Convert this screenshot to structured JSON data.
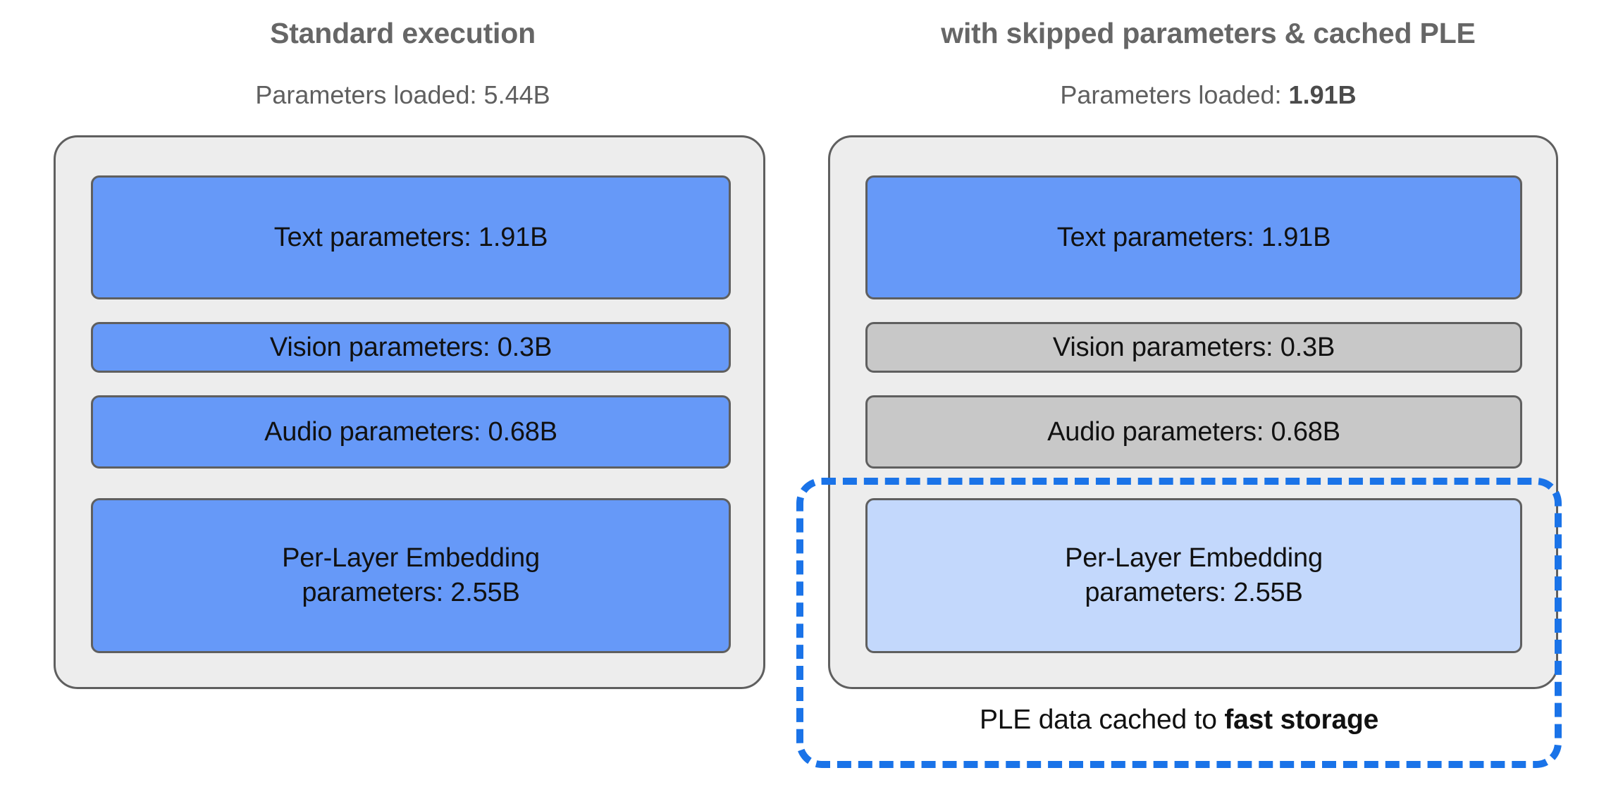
{
  "colors": {
    "active_box": "#6699F8",
    "skipped_box": "#C8C8C8",
    "cached_box": "#C3D8FC",
    "panel_bg": "#EDEDED",
    "panel_border": "#5F5F5F",
    "cache_outline": "#1A73E8",
    "title_text": "#666666",
    "subtitle_text": "#5F5F5F",
    "box_text": "#111111",
    "page_bg": "#FFFFFF"
  },
  "columns": [
    {
      "id": "standard-execution",
      "title": "Standard execution",
      "subtitle_prefix": "Parameters loaded: ",
      "subtitle_value": "5.44B",
      "subtitle_value_bold": false,
      "boxes": [
        {
          "id": "text",
          "label": "Text parameters: 1.91B",
          "state": "active"
        },
        {
          "id": "vision",
          "label": "Vision parameters: 0.3B",
          "state": "active"
        },
        {
          "id": "audio",
          "label": "Audio parameters: 0.68B",
          "state": "active"
        },
        {
          "id": "ple",
          "label": "Per-Layer Embedding\nparameters: 2.55B",
          "label_line1": "Per-Layer Embedding",
          "label_line2": "parameters: 2.55B",
          "state": "active"
        }
      ]
    },
    {
      "id": "skipped-and-cached",
      "title": "with skipped parameters & cached PLE",
      "subtitle_prefix": "Parameters loaded: ",
      "subtitle_value": "1.91B",
      "subtitle_value_bold": true,
      "boxes": [
        {
          "id": "text",
          "label": "Text parameters: 1.91B",
          "state": "active"
        },
        {
          "id": "vision",
          "label": "Vision parameters: 0.3B",
          "state": "skipped"
        },
        {
          "id": "audio",
          "label": "Audio parameters: 0.68B",
          "state": "skipped"
        },
        {
          "id": "ple",
          "label": "Per-Layer Embedding\nparameters: 2.55B",
          "label_line1": "Per-Layer Embedding",
          "label_line2": "parameters: 2.55B",
          "state": "cached"
        }
      ]
    }
  ],
  "cache_region": {
    "caption_prefix": "PLE data cached to ",
    "caption_emphasis": "fast storage"
  }
}
